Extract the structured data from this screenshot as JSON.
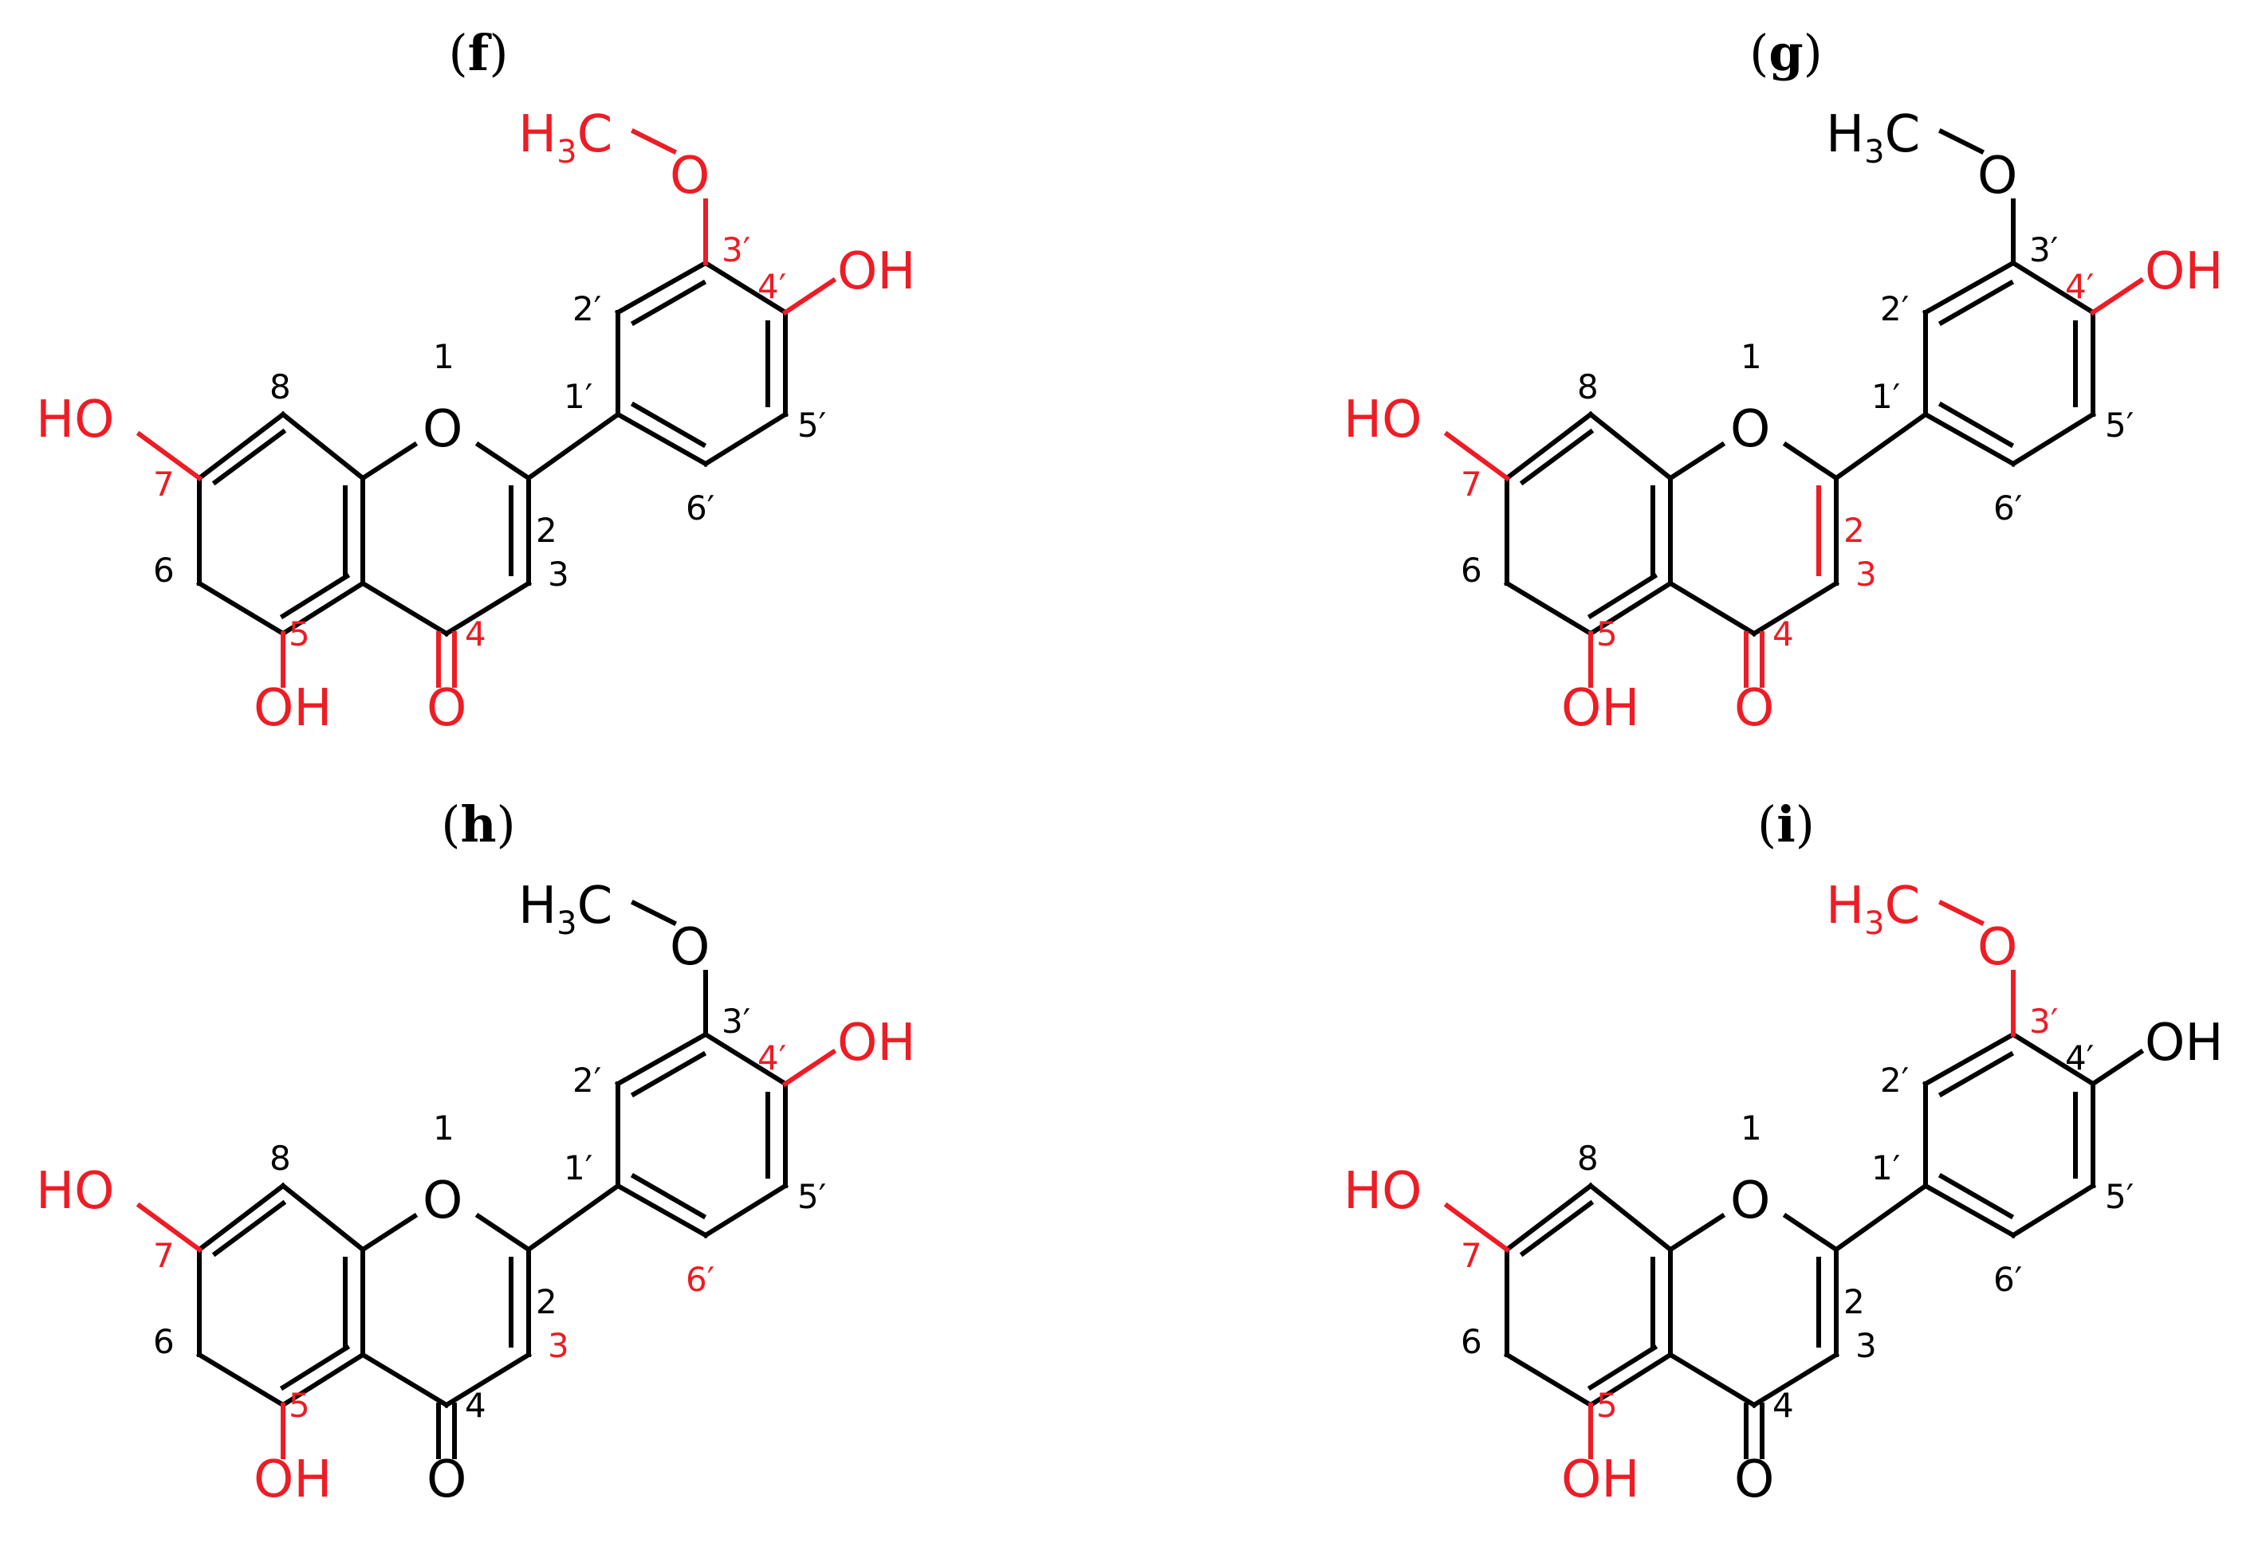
{
  "colors": {
    "highlight": "#ee1c24",
    "normal": "#000000"
  },
  "labels": {
    "H": "H",
    "C": "C",
    "three": "3",
    "O": "O",
    "OH": "OH",
    "HO": "HO",
    "n1": "1",
    "n2": "2",
    "n3": "3",
    "n4": "4",
    "n5": "5",
    "n6": "6",
    "n7": "7",
    "n8": "8",
    "n1p": "1′",
    "n2p": "2′",
    "n3p": "3′",
    "n4p": "4′",
    "n5p": "5′",
    "n6p": "6′"
  },
  "panels": [
    {
      "id": "f",
      "label": "f",
      "red": [
        "H3CO",
        "OH4p",
        "HO7",
        "OH5",
        "O4",
        "b_methyl",
        "b_ome",
        "b_oh4p",
        "b_ho7",
        "b_oh5",
        "b_co",
        "n3p",
        "n4p",
        "n5",
        "n7",
        "n4"
      ]
    },
    {
      "id": "g",
      "label": "g",
      "red": [
        "OH4p",
        "HO7",
        "OH5",
        "O4",
        "b_oh4p",
        "b_ho7",
        "b_oh5",
        "b_co",
        "b_c2c3",
        "n4p",
        "n5",
        "n7",
        "n4",
        "n2",
        "n3"
      ]
    },
    {
      "id": "h",
      "label": "h",
      "red": [
        "OH4p",
        "HO7",
        "OH5",
        "b_oh4p",
        "b_ho7",
        "b_oh5",
        "n4p",
        "n5",
        "n7",
        "n3",
        "n6p"
      ]
    },
    {
      "id": "i",
      "label": "i",
      "red": [
        "H3CO",
        "HO7",
        "OH5",
        "b_methyl",
        "b_ome",
        "b_ho7",
        "b_oh5",
        "n3p",
        "n5",
        "n7"
      ]
    }
  ]
}
